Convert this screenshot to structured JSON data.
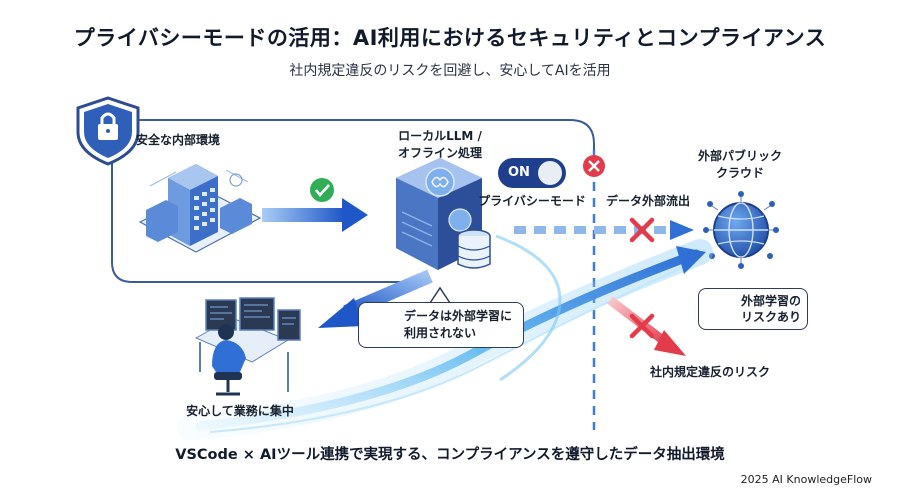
{
  "header": {
    "title": "プライバシーモードの活用：AI利用におけるセキュリティとコンプライアンス",
    "subtitle": "社内規定違反のリスクを回避し、安心してAIを活用"
  },
  "diagram": {
    "secure_env_label": "安全な内部環境",
    "local_llm_label_line1": "ローカルLLM /",
    "local_llm_label_line2": "オフライン処理",
    "toggle_label": "ON",
    "privacy_mode_label": "プライバシーモード",
    "data_outflow_label": "データ外部流出",
    "external_cloud_line1": "外部パブリック",
    "external_cloud_line2": "クラウド",
    "callout_line1": "データは外部学習に",
    "callout_line2": "利用されない",
    "warning_line1": "外部学習の",
    "warning_line2": "リスクあり",
    "violation_risk_label": "社内規定違反のリスク",
    "worker_label": "安心して業務に集中"
  },
  "footer": {
    "caption": "VSCode × AIツール連携で実現する、コンプライアンスを遵守したデータ抽出環境",
    "credit": "2025 AI KnowledgeFlow"
  },
  "colors": {
    "navy": "#1f3f8e",
    "accent_blue": "#2f6fd6",
    "light_blue": "#7fc3f0",
    "green": "#2fae57",
    "red": "#e33b4a",
    "border": "#3a5a9a"
  }
}
